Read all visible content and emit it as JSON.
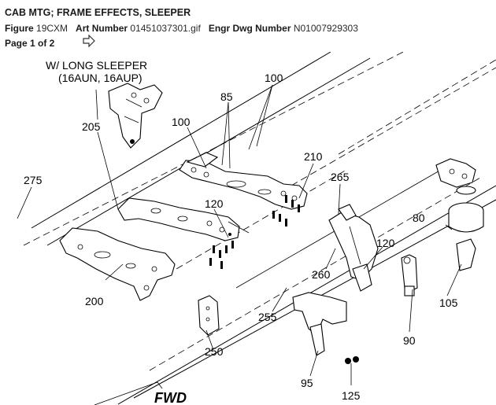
{
  "header": {
    "title": "CAB MTG; FRAME EFFECTS, SLEEPER",
    "figure_label": "Figure",
    "figure_value": "19CXM",
    "art_label": "Art Number",
    "art_value": "01451037301.gif",
    "engr_label": "Engr Dwg Number",
    "engr_value": "N01007929303",
    "page_text": "Page 1 of 2"
  },
  "drawing": {
    "note_line1": "W/ LONG SLEEPER",
    "note_line2": "(16AUN, 16AUP)",
    "callouts": {
      "c100a": "100",
      "c85": "85",
      "c100b": "100",
      "c205": "205",
      "c210": "210",
      "c275": "275",
      "c265": "265",
      "c120a": "120",
      "c80": "80",
      "c120b": "120",
      "c260": "260",
      "c200": "200",
      "c105": "105",
      "c255": "255",
      "c90": "90",
      "c250": "250",
      "c95": "95",
      "c125": "125"
    },
    "fwd_text": "FWD"
  }
}
